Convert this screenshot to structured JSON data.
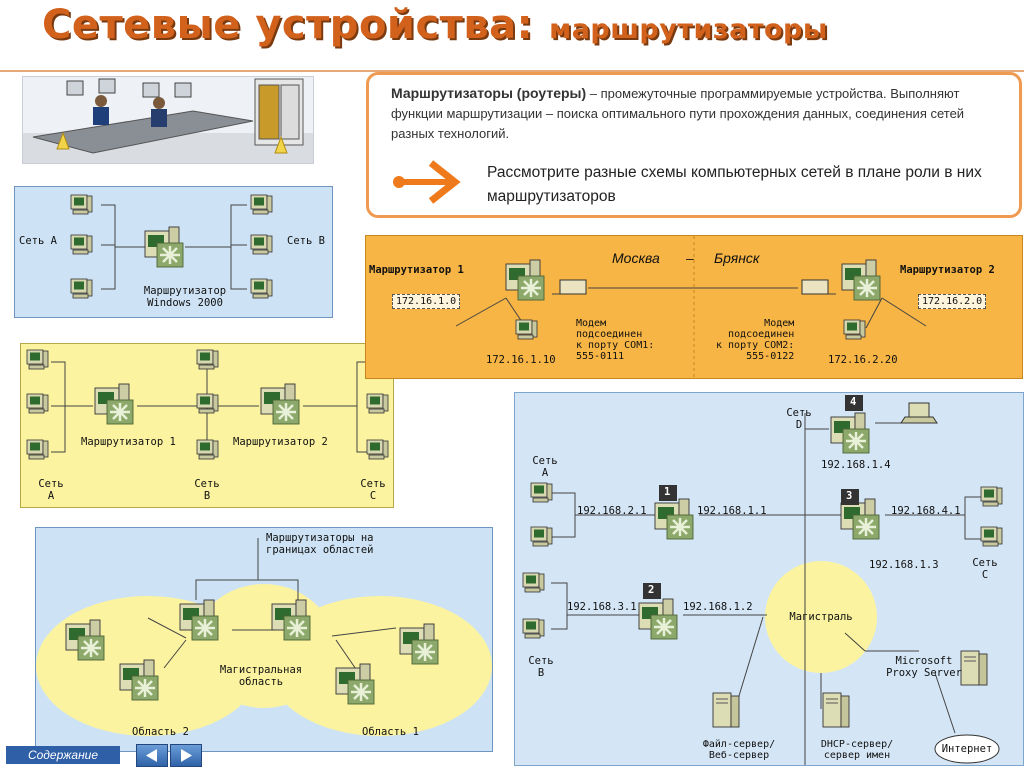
{
  "header": {
    "title": "Сетевые устройства:",
    "subtitle": "маршрутизаторы"
  },
  "info": {
    "term": "Маршрутизаторы (роутеры)",
    "definition": " – промежуточные программируемые устройства.   Выполняют функции маршрутизации – поиска оптимального пути прохождения данных, соединения сетей разных технологий.",
    "hint": "Рассмотрите разные схемы компьютерных сетей в плане роли в них маршрутизаторов"
  },
  "diagram1": {
    "net_a": "Сеть А",
    "net_b": "Сеть B",
    "router": "Маршрутизатор\nWindows 2000"
  },
  "diagram2": {
    "router1": "Маршрутизатор 1",
    "router2": "Маршрутизатор 2",
    "net_a": "Сеть\nА",
    "net_b": "Сеть\nB",
    "net_c": "Сеть\nC"
  },
  "diagram3": {
    "top_label": "Маршрутизаторы на\nграницах областей",
    "backbone": "Магистральная\nобласть",
    "area2": "Область 2",
    "area1": "Область 1"
  },
  "diagram4": {
    "city_left": "Москва",
    "dash": "–",
    "city_right": "Брянск",
    "router1": "Маршрутизатор 1",
    "router2": "Маршрутизатор 2",
    "ip_net1": "172.16.1.0",
    "ip_net2": "172.16.2.0",
    "ip_host1": "172.16.1.10",
    "ip_host2": "172.16.2.20",
    "modem1": "Модем\nподсоединен\nк порту COM1:\n555-0111",
    "modem2": "Модем\nподсоединен\nк порту COM2:\n555-0122"
  },
  "diagram5": {
    "net_a": "Сеть\nА",
    "net_b": "Сеть\nB",
    "net_c": "Сеть\nC",
    "net_d": "Сеть\nD",
    "r1": "1",
    "r2": "2",
    "r3": "3",
    "r4": "4",
    "ip_2_1": "192.168.2.1",
    "ip_1_1": "192.168.1.1",
    "ip_3_1": "192.168.3.1",
    "ip_1_2": "192.168.1.2",
    "ip_1_4": "192.168.1.4",
    "ip_4_1": "192.168.4.1",
    "ip_1_3": "192.168.1.3",
    "backbone": "Магистраль",
    "proxy": "Microsoft\nProxy Server",
    "internet": "Интернет",
    "fileserver": "Файл-сервер/\nВеб-сервер",
    "dhcp": "DHCP-сервер/\nсервер имен"
  },
  "nav": {
    "contents": "Содержание"
  },
  "colors": {
    "accent": "#d2611c",
    "border_orange": "#ef9a50",
    "router_green": "#7d9a5a"
  }
}
